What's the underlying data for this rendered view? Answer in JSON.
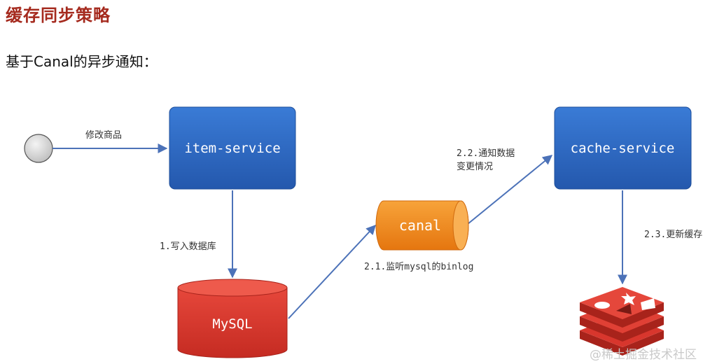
{
  "title": "缓存同步策略",
  "subtitle": "基于Canal的异步通知：",
  "nodes": {
    "item_service": "item-service",
    "cache_service": "cache-service",
    "canal": "canal",
    "mysql": "MySQL"
  },
  "edges": {
    "modify_product": "修改商品",
    "write_db": "1.写入数据库",
    "listen_binlog": "2.1.监听mysql的binlog",
    "notify_line1": "2.2.通知数据",
    "notify_line2": "变更情况",
    "update_cache": "2.3.更新缓存"
  },
  "watermark": "@稀土掘金技术社区",
  "colors": {
    "service_box": "#2e6bc4",
    "canal": "#f08a1c",
    "mysql": "#d9352a",
    "redis": "#d8362d",
    "arrow": "#4c72b8",
    "title": "#a52a1e"
  }
}
